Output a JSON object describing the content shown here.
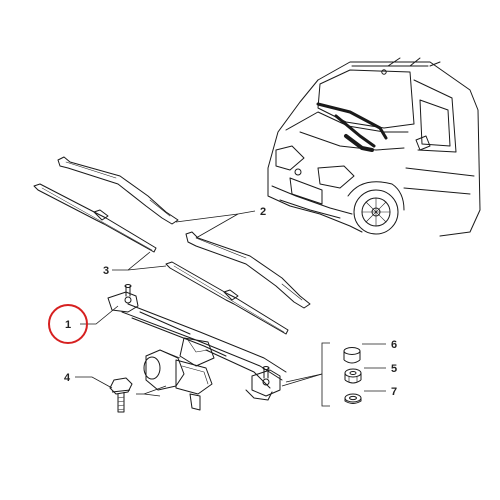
{
  "colors": {
    "line": "#1a1a1a",
    "highlight_circle": "#d62020",
    "background": "#ffffff"
  },
  "callouts": {
    "c1": "1",
    "c2": "2",
    "c3": "3",
    "c4": "4",
    "c5": "5",
    "c6": "6",
    "c7": "7"
  }
}
